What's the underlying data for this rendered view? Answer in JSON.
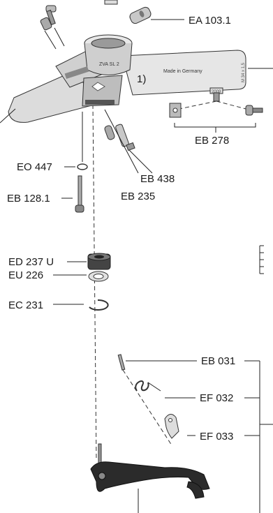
{
  "part_labels": {
    "ea_103_1": "EA 103.1",
    "eb_278": "EB 278",
    "eo_447": "EO 447",
    "eb_438": "EB 438",
    "eb_128_1": "EB 128.1",
    "eb_235": "EB 235",
    "ed_237_u": "ED 237 U",
    "eu_226": "EU 226",
    "ec_231": "EC 231",
    "eb_031": "EB 031",
    "ef_032": "EF 032",
    "ef_033": "EF 033"
  },
  "body_text": {
    "model": "ZVA SL 2",
    "made_in": "Made in Germany",
    "thread": "M 34 x 1,5",
    "year": "2009",
    "note_marker": "1)"
  }
}
